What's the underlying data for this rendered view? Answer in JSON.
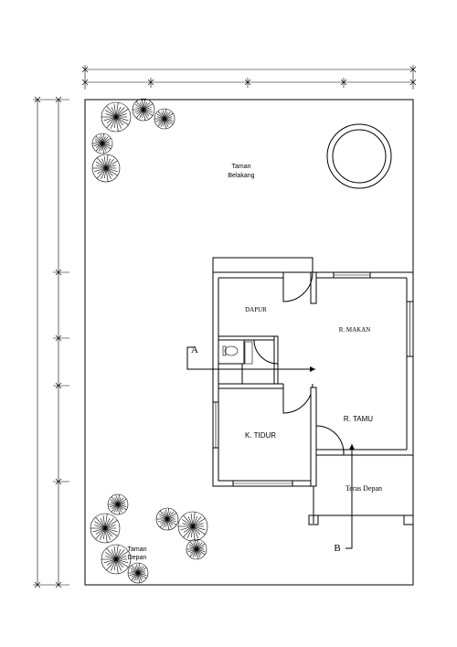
{
  "labels": {
    "taman_belakang_1": "Taman",
    "taman_belakang_2": "Belakang",
    "dapur": "DAPUR",
    "r_makan": "R.  MAKAN",
    "r_tamu": "R. TAMU",
    "k_tidur": "K. TIDUR",
    "teras_depan": "Teras Depan",
    "taman_depan_1": "Taman",
    "taman_depan_2": "Depan",
    "section_a": "A",
    "section_b": "B"
  },
  "icons": {
    "tree": "tree-icon",
    "pond": "pond-icon",
    "toilet": "toilet-icon",
    "door": "door-swing-icon"
  }
}
